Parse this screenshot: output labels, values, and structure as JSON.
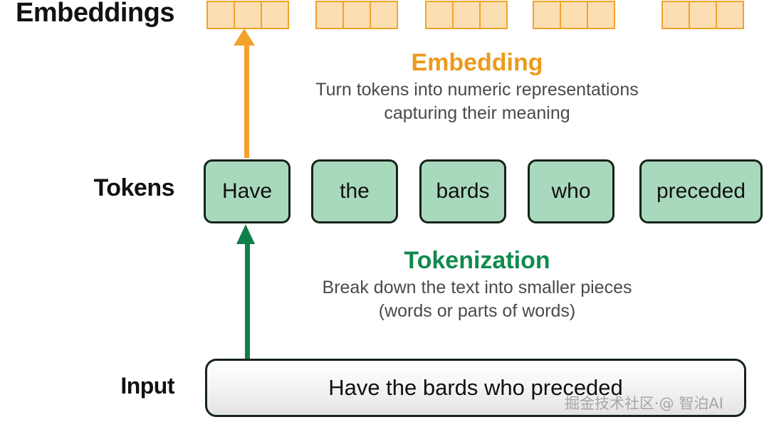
{
  "rows": {
    "embeddings_label": "Embeddings",
    "tokens_label": "Tokens",
    "input_label": "Input"
  },
  "embeddings": {
    "groups": [
      {
        "cells": 3
      },
      {
        "cells": 3
      },
      {
        "cells": 3
      },
      {
        "cells": 3
      },
      {
        "cells": 3
      }
    ],
    "fill_color": "#fbdfb3",
    "border_color": "#f2a22c"
  },
  "tokens": {
    "items": [
      "Have",
      "the",
      "bards",
      "who",
      "preceded"
    ],
    "fill_color": "#a9d9bd",
    "border_color": "#15231b"
  },
  "sections": {
    "embedding": {
      "title": "Embedding",
      "description": "Turn tokens into numeric representations\ncapturing their meaning",
      "color": "#eb9b1c"
    },
    "tokenization": {
      "title": "Tokenization",
      "description": "Break down the text into smaller pieces\n(words or parts of words)",
      "color": "#108a4e"
    }
  },
  "input": {
    "text": "Have the bards who preceded"
  },
  "arrows": {
    "embedding_arrow_color": "#f2a22c",
    "tokenization_arrow_color": "#10804a"
  },
  "watermark": {
    "text": "掘金技术社区·@ 智泊AI"
  }
}
